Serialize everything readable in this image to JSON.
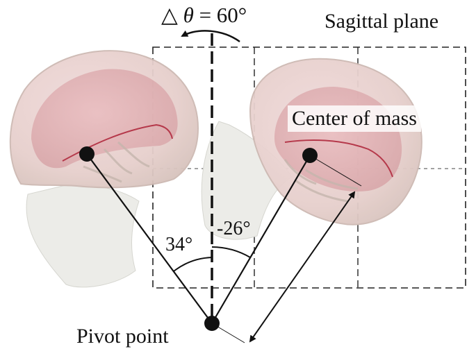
{
  "labels": {
    "rotation_prefix": "△",
    "rotation_theta": "θ",
    "rotation_value": " = 60°",
    "plane": "Sagittal plane",
    "center_of_mass": "Center of mass",
    "left_angle": "34°",
    "right_angle": "-26°",
    "pivot": "Pivot point"
  },
  "rotation_delta_deg": 60,
  "left_angle_deg": 34,
  "right_angle_deg": -26,
  "colors": {
    "skull_fill": "#e8cfcf",
    "brain_fill": "#d9a3a8",
    "bone_edge": "#c9b9b3",
    "neck_fill": "#eeeeea",
    "line": "#111111"
  }
}
